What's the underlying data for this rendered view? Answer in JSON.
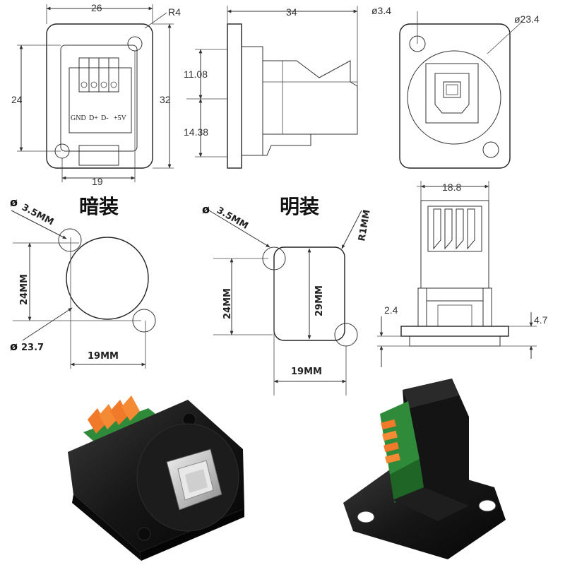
{
  "front_view": {
    "width": "26",
    "radius": "R4",
    "height_left": "24",
    "height_right": "32",
    "bottom": "19",
    "pins": [
      "GND",
      "D+",
      "D-",
      "+5V"
    ]
  },
  "side_view": {
    "length": "34",
    "upper": "11.08",
    "lower": "14.38"
  },
  "rear_view": {
    "hole_diameter": "ø3.4",
    "body_diameter": "ø23.4"
  },
  "panel_top_view": {
    "width": "18.8",
    "left_thickness": "2.4",
    "right_thickness": "4.7"
  },
  "rear_mount": {
    "title": "暗装",
    "hole": "3.5MM",
    "height": "24MM",
    "diameter": "23.7",
    "spacing": "19MM"
  },
  "front_mount": {
    "title": "明装",
    "hole": "3.5MM",
    "radius": "R1MM",
    "height": "24MM",
    "cutout": "29MM",
    "spacing": "19MM"
  }
}
